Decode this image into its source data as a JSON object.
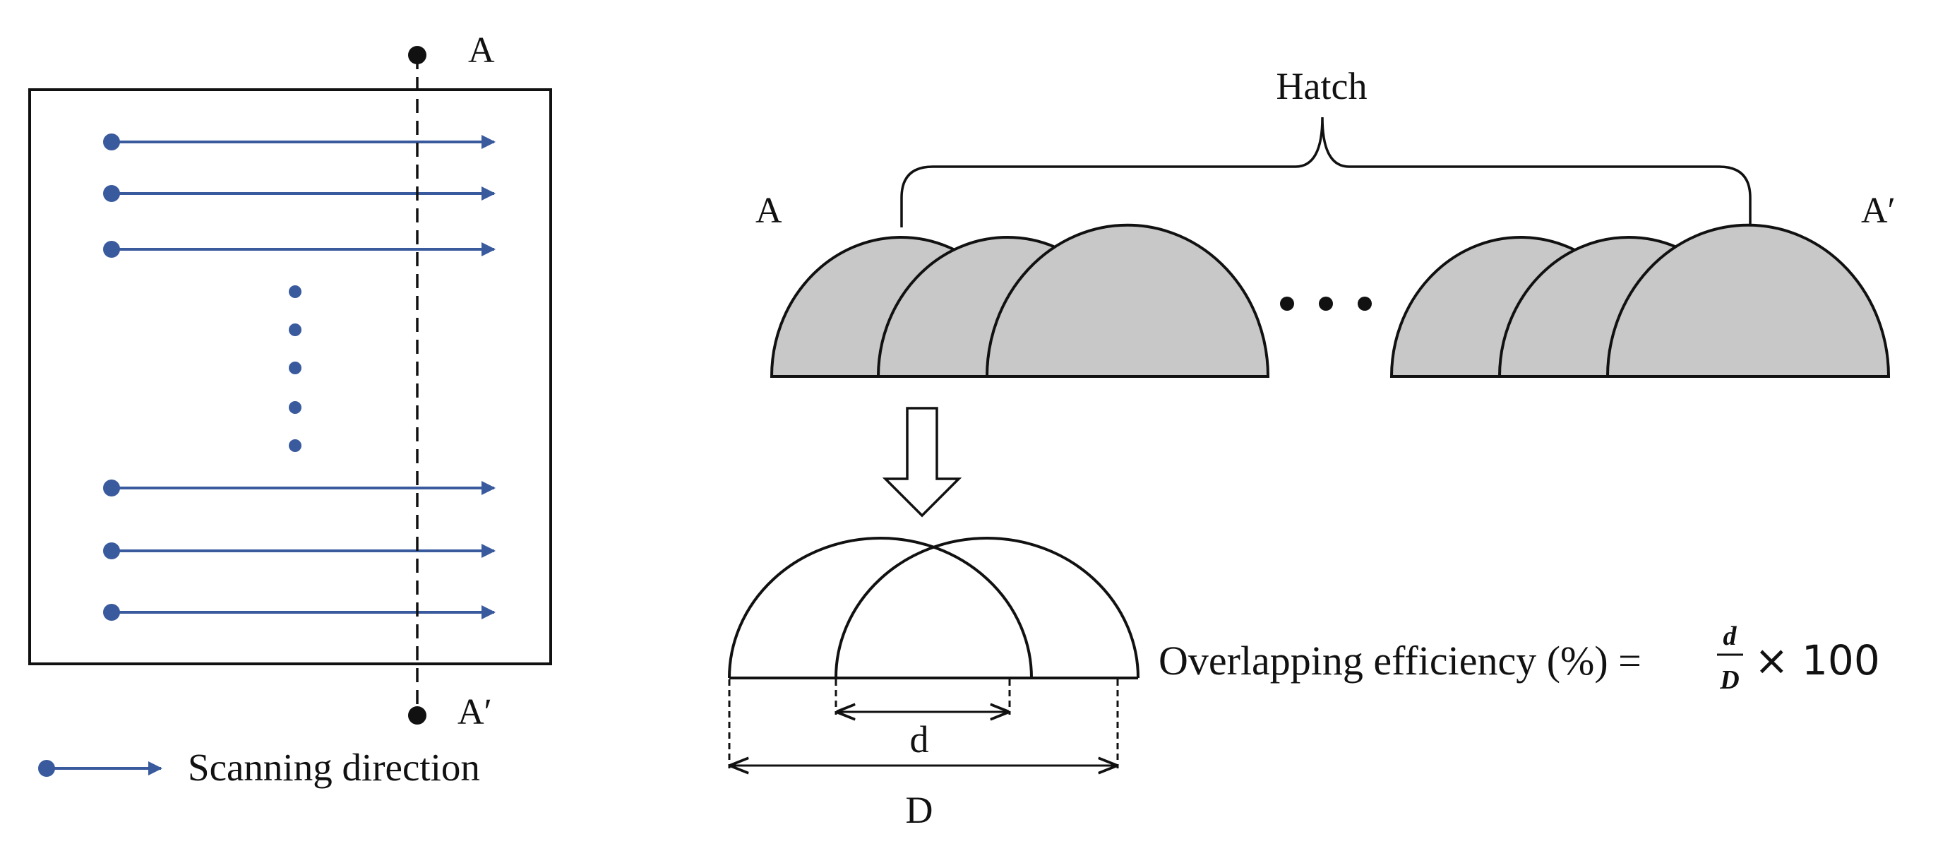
{
  "colors": {
    "scan_blue": "#3a5a9e",
    "bead_fill": "#c8c8c8",
    "ink": "#111111"
  },
  "labels": {
    "section_top": "A",
    "section_bottom": "A′",
    "legend": "Scanning direction",
    "hatch": "Hatch",
    "cross_left": "A",
    "cross_right": "A′",
    "d": "d",
    "D": "D"
  },
  "formula": {
    "prefix": "Overlapping efficiency (%) = ",
    "numerator": "d",
    "denominator": "D",
    "suffix": "× 100"
  },
  "icons": {
    "transition": "down-arrow-icon"
  }
}
